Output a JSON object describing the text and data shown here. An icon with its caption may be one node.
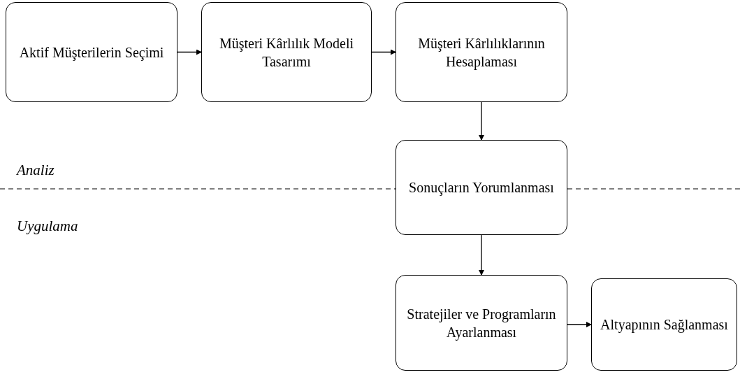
{
  "diagram": {
    "nodes": [
      {
        "text": [
          "Aktif Müşterilerin Seçimi"
        ]
      },
      {
        "text": [
          "Müşteri Kârlılık Modeli Tasarımı"
        ]
      },
      {
        "text": [
          "Müşteri Kârlılıklarının Hesaplaması"
        ]
      },
      {
        "text": [
          "Sonuçların Yorumlanması"
        ]
      },
      {
        "text": [
          "Stratejiler ve Programların Ayarlanması"
        ]
      },
      {
        "text": [
          "Altyapının Sağlanması"
        ]
      }
    ],
    "edges": [
      {
        "from": 0,
        "to": 1,
        "arrow": "to"
      },
      {
        "from": 1,
        "to": 2,
        "arrow": "to"
      },
      {
        "from": 2,
        "to": 3,
        "arrow": "to"
      },
      {
        "from": 3,
        "to": 4,
        "arrow": "to"
      },
      {
        "from": 4,
        "to": 5,
        "arrow": "to"
      }
    ],
    "labels": [
      "Analiz",
      "Uygulama"
    ]
  }
}
